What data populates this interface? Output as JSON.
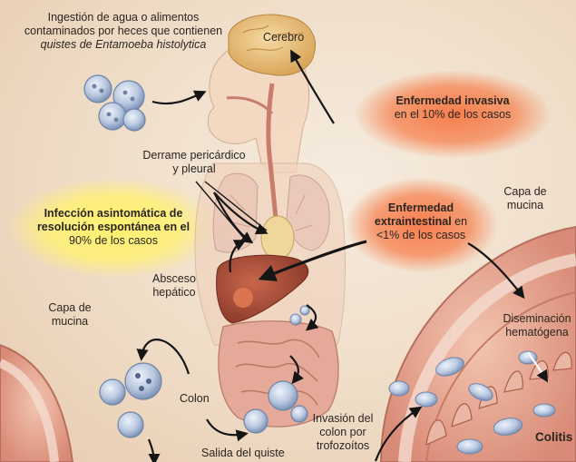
{
  "ingestion": {
    "line1": "Ingestión de agua o alimentos",
    "line2": "contaminados por heces que contienen",
    "line3": "quistes de Entamoeba histolytica"
  },
  "brain_label": "Cerebro",
  "invasive": {
    "title": "Enfermedad invasiva",
    "subtitle": "en el 10% de los casos"
  },
  "pericardial": {
    "line1": "Derrame pericárdico",
    "line2": "y pleural"
  },
  "asymptomatic": {
    "line1": "Infección asintomática de",
    "line2": "resolución espontánea en el",
    "line3": "90% de los casos"
  },
  "extraintestinal": {
    "line1": "Enfermedad",
    "line2_bold": "extraintestinal",
    "line2_rest": " en",
    "line3": "<1% de los casos"
  },
  "mucus_right": {
    "line1": "Capa de",
    "line2": "mucina"
  },
  "mucus_left": {
    "line1": "Capa de",
    "line2": "mucina"
  },
  "liver_abscess": {
    "line1": "Absceso",
    "line2": "hepático"
  },
  "dissemination": {
    "line1": "Diseminación",
    "line2": "hematógena"
  },
  "colon_label": "Colon",
  "invasion": {
    "line1": "Invasión del",
    "line2": "colon por",
    "line3": "trofozoítos"
  },
  "cyst_exit": "Salida del quiste",
  "colitis": "Colitis",
  "colors": {
    "invasive_glow": "#f47a46",
    "asymptomatic_glow": "#fff06e",
    "tissue": "#e9a48f",
    "cyst": "#9fb6d6"
  }
}
